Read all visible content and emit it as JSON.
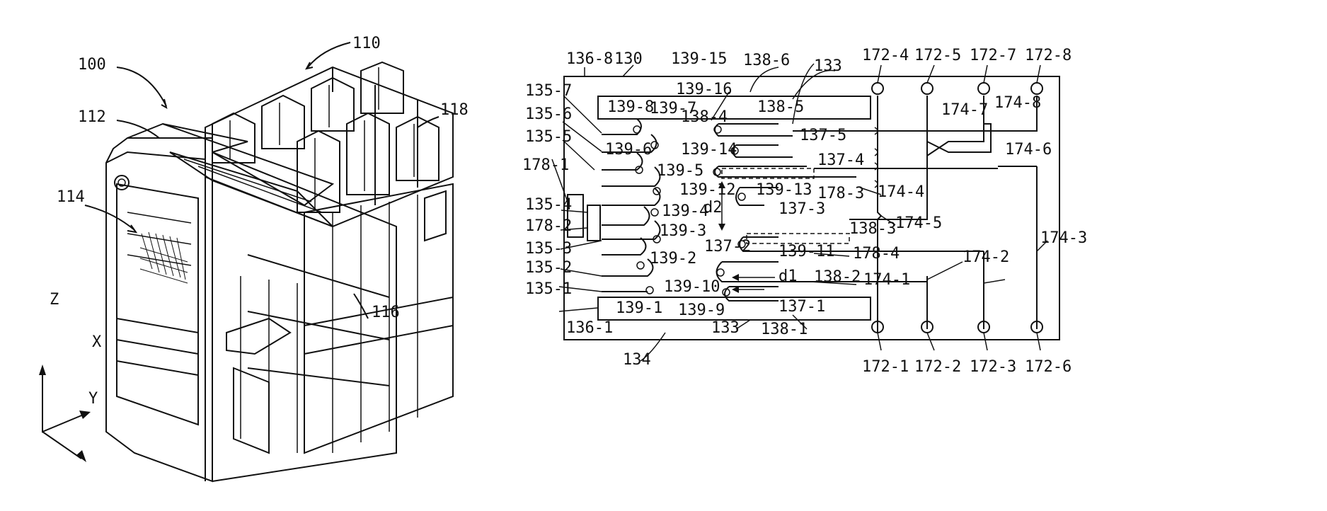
{
  "left_figure": {
    "labels": {
      "jack": "100",
      "rear_section": "110",
      "housing": "112",
      "opening": "114",
      "lower_part": "116",
      "terminal_block": "118"
    },
    "axes": {
      "z": "Z",
      "x": "X",
      "y": "Y"
    }
  },
  "right_figure": {
    "board_labels": {
      "board": "130",
      "section_top": "133",
      "section_bottom": "133",
      "board_bottom": "134"
    },
    "terminals_top": [
      "172-4",
      "172-5",
      "172-7",
      "172-8"
    ],
    "terminals_bottom": [
      "172-1",
      "172-2",
      "172-3",
      "172-6"
    ],
    "traces": [
      "174-1",
      "174-2",
      "174-3",
      "174-4",
      "174-5",
      "174-6",
      "174-7",
      "174-8"
    ],
    "pads_left": [
      "135-7",
      "135-6",
      "135-5",
      "135-4",
      "135-3",
      "135-2",
      "135-1"
    ],
    "contacts": [
      "136-8",
      "136-1"
    ],
    "fingers_137": [
      "137-5",
      "137-4",
      "137-3",
      "137-2",
      "137-1"
    ],
    "fingers_138": [
      "138-6",
      "138-5",
      "138-4",
      "138-3",
      "138-2",
      "138-1"
    ],
    "vias_139": [
      "139-15",
      "139-16",
      "139-8",
      "139-7",
      "139-6",
      "139-14",
      "139-5",
      "139-12",
      "139-13",
      "139-4",
      "139-3",
      "139-11",
      "139-2",
      "139-10",
      "139-9",
      "139-1"
    ],
    "capacitors": [
      "178-1",
      "178-2",
      "178-3",
      "178-4"
    ],
    "dimensions": {
      "d1": "d1",
      "d2": "d2"
    }
  }
}
